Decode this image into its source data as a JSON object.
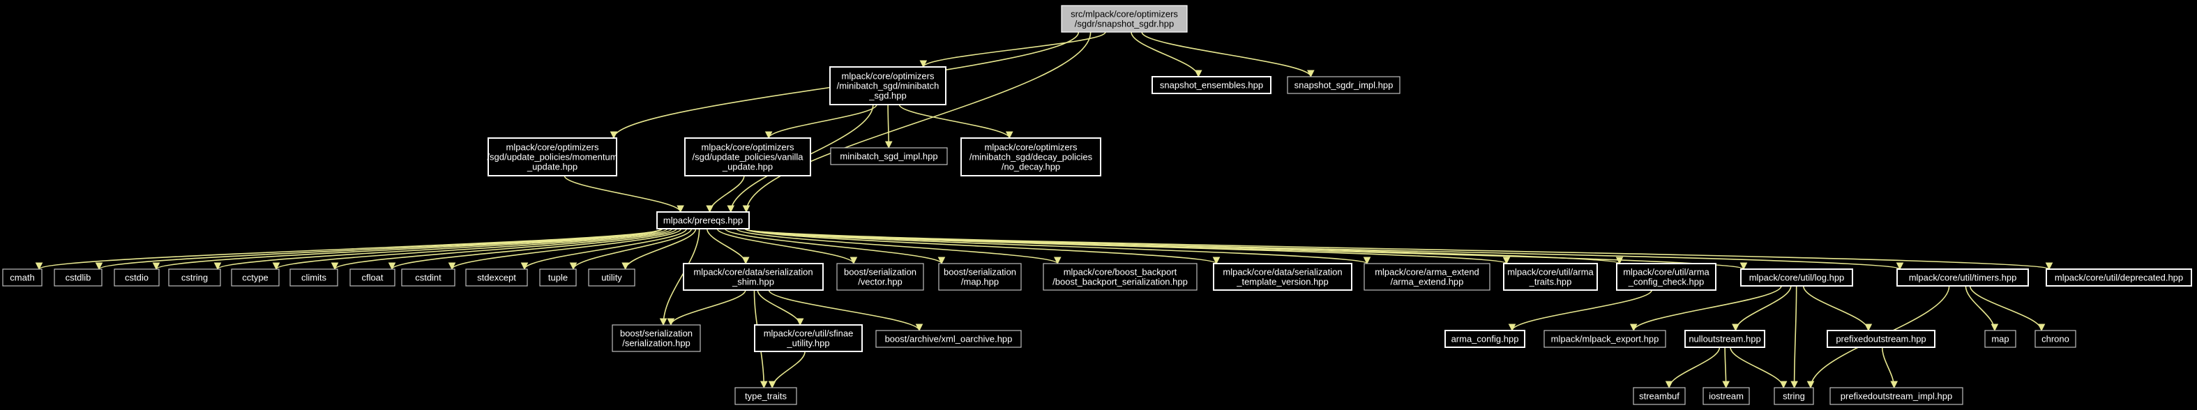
{
  "nodes": [
    {
      "id": "root",
      "lines": [
        "src/mlpack/core/optimizers",
        "/sgdr/snapshot_sgdr.hpp"
      ],
      "kind": "root"
    },
    {
      "id": "minibatch",
      "lines": [
        "mlpack/core/optimizers",
        "/minibatch_sgd/minibatch",
        "_sgd.hpp"
      ],
      "kind": "local"
    },
    {
      "id": "snapshot_ensembles",
      "lines": [
        "snapshot_ensembles.hpp"
      ],
      "kind": "local"
    },
    {
      "id": "snapshot_sgdr_impl",
      "lines": [
        "snapshot_sgdr_impl.hpp"
      ],
      "kind": "external"
    },
    {
      "id": "momentum",
      "lines": [
        "mlpack/core/optimizers",
        "/sgd/update_policies/momentum",
        "_update.hpp"
      ],
      "kind": "local"
    },
    {
      "id": "vanilla",
      "lines": [
        "mlpack/core/optimizers",
        "/sgd/update_policies/vanilla",
        "_update.hpp"
      ],
      "kind": "local"
    },
    {
      "id": "minibatch_impl",
      "lines": [
        "minibatch_sgd_impl.hpp"
      ],
      "kind": "external"
    },
    {
      "id": "no_decay",
      "lines": [
        "mlpack/core/optimizers",
        "/minibatch_sgd/decay_policies",
        "/no_decay.hpp"
      ],
      "kind": "local"
    },
    {
      "id": "prereqs",
      "lines": [
        "mlpack/prereqs.hpp"
      ],
      "kind": "local"
    },
    {
      "id": "cmath",
      "lines": [
        "cmath"
      ],
      "kind": "external"
    },
    {
      "id": "cstdlib",
      "lines": [
        "cstdlib"
      ],
      "kind": "external"
    },
    {
      "id": "cstdio",
      "lines": [
        "cstdio"
      ],
      "kind": "external"
    },
    {
      "id": "cstring",
      "lines": [
        "cstring"
      ],
      "kind": "external"
    },
    {
      "id": "cctype",
      "lines": [
        "cctype"
      ],
      "kind": "external"
    },
    {
      "id": "climits",
      "lines": [
        "climits"
      ],
      "kind": "external"
    },
    {
      "id": "cfloat",
      "lines": [
        "cfloat"
      ],
      "kind": "external"
    },
    {
      "id": "cstdint",
      "lines": [
        "cstdint"
      ],
      "kind": "external"
    },
    {
      "id": "stdexcept",
      "lines": [
        "stdexcept"
      ],
      "kind": "external"
    },
    {
      "id": "tuple",
      "lines": [
        "tuple"
      ],
      "kind": "external"
    },
    {
      "id": "utility",
      "lines": [
        "utility"
      ],
      "kind": "external"
    },
    {
      "id": "shim",
      "lines": [
        "mlpack/core/data/serialization",
        "_shim.hpp"
      ],
      "kind": "local"
    },
    {
      "id": "vector",
      "lines": [
        "boost/serialization",
        "/vector.hpp"
      ],
      "kind": "external"
    },
    {
      "id": "map_hpp",
      "lines": [
        "boost/serialization",
        "/map.hpp"
      ],
      "kind": "external"
    },
    {
      "id": "backport",
      "lines": [
        "mlpack/core/boost_backport",
        "/boost_backport_serialization.hpp"
      ],
      "kind": "external"
    },
    {
      "id": "template_version",
      "lines": [
        "mlpack/core/data/serialization",
        "_template_version.hpp"
      ],
      "kind": "local"
    },
    {
      "id": "arma_extend",
      "lines": [
        "mlpack/core/arma_extend",
        "/arma_extend.hpp"
      ],
      "kind": "external"
    },
    {
      "id": "arma_traits",
      "lines": [
        "mlpack/core/util/arma",
        "_traits.hpp"
      ],
      "kind": "local"
    },
    {
      "id": "arma_config_check",
      "lines": [
        "mlpack/core/util/arma",
        "_config_check.hpp"
      ],
      "kind": "local"
    },
    {
      "id": "log",
      "lines": [
        "mlpack/core/util/log.hpp"
      ],
      "kind": "local"
    },
    {
      "id": "timers",
      "lines": [
        "mlpack/core/util/timers.hpp"
      ],
      "kind": "local"
    },
    {
      "id": "deprecated",
      "lines": [
        "mlpack/core/util/deprecated.hpp"
      ],
      "kind": "local"
    },
    {
      "id": "boost_serialization",
      "lines": [
        "boost/serialization",
        "/serialization.hpp"
      ],
      "kind": "external"
    },
    {
      "id": "sfinae",
      "lines": [
        "mlpack/core/util/sfinae",
        "_utility.hpp"
      ],
      "kind": "local"
    },
    {
      "id": "xml_oarchive",
      "lines": [
        "boost/archive/xml_oarchive.hpp"
      ],
      "kind": "external"
    },
    {
      "id": "arma_config",
      "lines": [
        "arma_config.hpp"
      ],
      "kind": "local"
    },
    {
      "id": "mlpack_export",
      "lines": [
        "mlpack/mlpack_export.hpp"
      ],
      "kind": "external"
    },
    {
      "id": "nulloutstream",
      "lines": [
        "nulloutstream.hpp"
      ],
      "kind": "local"
    },
    {
      "id": "prefixedoutstream",
      "lines": [
        "prefixedoutstream.hpp"
      ],
      "kind": "local"
    },
    {
      "id": "map",
      "lines": [
        "map"
      ],
      "kind": "external"
    },
    {
      "id": "chrono",
      "lines": [
        "chrono"
      ],
      "kind": "external"
    },
    {
      "id": "type_traits",
      "lines": [
        "type_traits"
      ],
      "kind": "external"
    },
    {
      "id": "streambuf",
      "lines": [
        "streambuf"
      ],
      "kind": "external"
    },
    {
      "id": "iostream",
      "lines": [
        "iostream"
      ],
      "kind": "external"
    },
    {
      "id": "string",
      "lines": [
        "string"
      ],
      "kind": "external"
    },
    {
      "id": "prefixedoutstream_impl",
      "lines": [
        "prefixedoutstream_impl.hpp"
      ],
      "kind": "external"
    }
  ],
  "edges": [
    [
      "root",
      "minibatch"
    ],
    [
      "root",
      "snapshot_ensembles"
    ],
    [
      "root",
      "snapshot_sgdr_impl"
    ],
    [
      "root",
      "momentum"
    ],
    [
      "root",
      "prereqs"
    ],
    [
      "minibatch",
      "vanilla"
    ],
    [
      "minibatch",
      "minibatch_impl"
    ],
    [
      "minibatch",
      "no_decay"
    ],
    [
      "minibatch",
      "prereqs"
    ],
    [
      "momentum",
      "prereqs"
    ],
    [
      "vanilla",
      "prereqs"
    ],
    [
      "prereqs",
      "cmath"
    ],
    [
      "prereqs",
      "cstdlib"
    ],
    [
      "prereqs",
      "cstdio"
    ],
    [
      "prereqs",
      "cstring"
    ],
    [
      "prereqs",
      "cctype"
    ],
    [
      "prereqs",
      "climits"
    ],
    [
      "prereqs",
      "cfloat"
    ],
    [
      "prereqs",
      "cstdint"
    ],
    [
      "prereqs",
      "stdexcept"
    ],
    [
      "prereqs",
      "tuple"
    ],
    [
      "prereqs",
      "utility"
    ],
    [
      "prereqs",
      "shim"
    ],
    [
      "prereqs",
      "vector"
    ],
    [
      "prereqs",
      "map_hpp"
    ],
    [
      "prereqs",
      "backport"
    ],
    [
      "prereqs",
      "template_version"
    ],
    [
      "prereqs",
      "arma_extend"
    ],
    [
      "prereqs",
      "arma_traits"
    ],
    [
      "prereqs",
      "arma_config_check"
    ],
    [
      "prereqs",
      "log"
    ],
    [
      "prereqs",
      "timers"
    ],
    [
      "prereqs",
      "deprecated"
    ],
    [
      "prereqs",
      "boost_serialization"
    ],
    [
      "shim",
      "boost_serialization"
    ],
    [
      "shim",
      "sfinae"
    ],
    [
      "shim",
      "xml_oarchive"
    ],
    [
      "shim",
      "type_traits"
    ],
    [
      "sfinae",
      "type_traits"
    ],
    [
      "arma_config_check",
      "arma_config"
    ],
    [
      "log",
      "mlpack_export"
    ],
    [
      "log",
      "nulloutstream"
    ],
    [
      "log",
      "prefixedoutstream"
    ],
    [
      "log",
      "string"
    ],
    [
      "nulloutstream",
      "streambuf"
    ],
    [
      "nulloutstream",
      "iostream"
    ],
    [
      "nulloutstream",
      "string"
    ],
    [
      "prefixedoutstream",
      "prefixedoutstream_impl"
    ],
    [
      "timers",
      "map"
    ],
    [
      "timers",
      "chrono"
    ],
    [
      "timers",
      "string"
    ]
  ]
}
